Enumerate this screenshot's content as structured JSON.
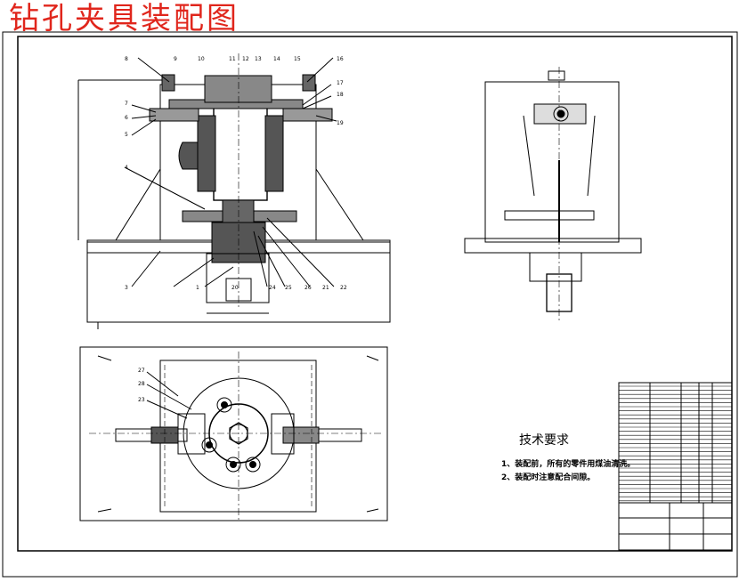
{
  "drawing": {
    "title": "钻孔夹具装配图",
    "technical_requirements": {
      "heading": "技术要求",
      "items": [
        "1、装配前，所有的零件用煤油清洗。",
        "2、装配时注意配合间隙。"
      ]
    },
    "part_callouts": [
      "1",
      "3",
      "4",
      "5",
      "6",
      "7",
      "8",
      "9",
      "10",
      "11",
      "12",
      "13",
      "14",
      "15",
      "16",
      "17",
      "18",
      "19",
      "20",
      "21",
      "22",
      "23",
      "24",
      "25",
      "26",
      "27",
      "28"
    ],
    "accent_color": "#e0261c",
    "line_color": "#000000"
  }
}
